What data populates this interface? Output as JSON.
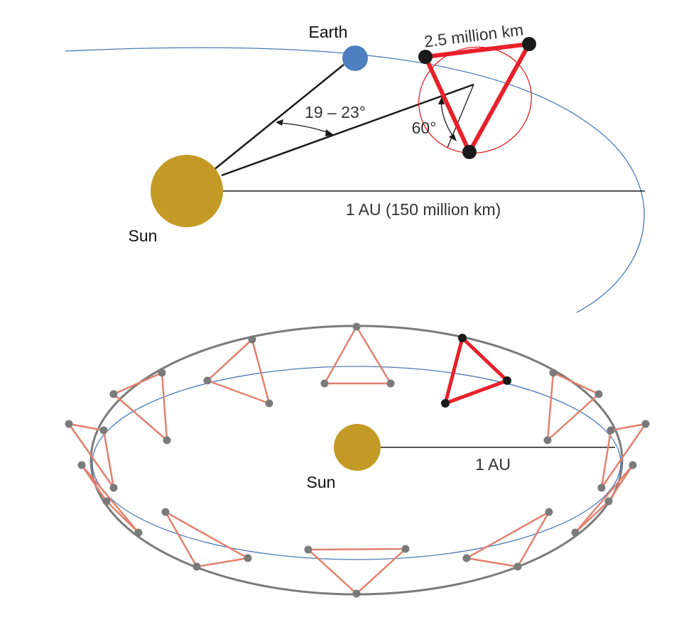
{
  "top_panel": {
    "earth_label": "Earth",
    "sun_label": "Sun",
    "arm_length_label": "2.5 million km",
    "trailing_angle_label": "19 – 23°",
    "tilt_angle_label": "60°",
    "distance_label": "1 AU (150 million km)"
  },
  "bottom_panel": {
    "sun_label": "Sun",
    "distance_label": "1 AU"
  },
  "colors": {
    "orbit_blue": "#4a7ab5",
    "earth_blue": "#4d7fc1",
    "sun_gold": "#c49a26",
    "constellation_red": "#e8202a",
    "constellation_faded": "#e3806e",
    "craft_dark": "#1a1a1a",
    "craft_gray": "#7a7a7a",
    "outer_ring_gray": "#7a7a7a"
  }
}
